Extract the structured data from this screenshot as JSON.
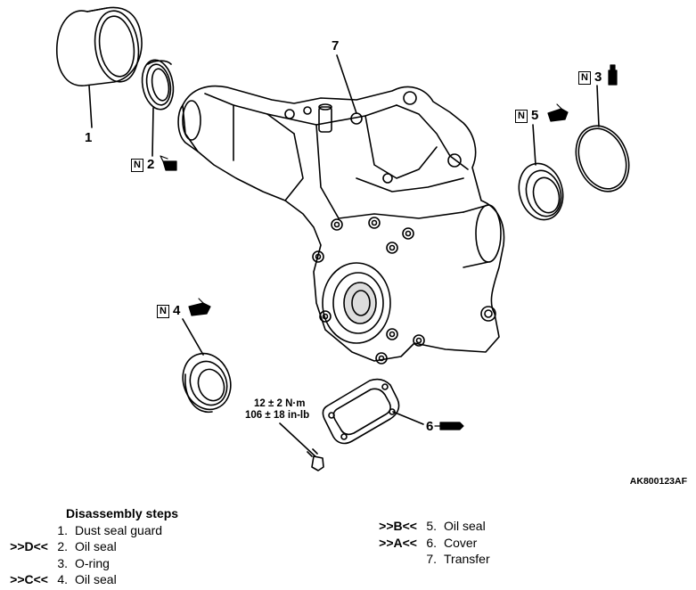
{
  "callouts": [
    {
      "num": "1",
      "badge": ""
    },
    {
      "num": "2",
      "badge": "N"
    },
    {
      "num": "3",
      "badge": "N"
    },
    {
      "num": "4",
      "badge": "N"
    },
    {
      "num": "5",
      "badge": "N"
    },
    {
      "num": "6",
      "badge": ""
    },
    {
      "num": "7",
      "badge": ""
    }
  ],
  "torque": {
    "line1": "12 ± 2 N·m",
    "line2": "106 ± 18 in-lb"
  },
  "figure_code": "AK800123AF",
  "steps": {
    "heading": "Disassembly steps",
    "items": [
      {
        "mark": "",
        "num": "1.",
        "label": "Dust seal guard"
      },
      {
        "mark": ">>D<<",
        "num": "2.",
        "label": "Oil seal"
      },
      {
        "mark": "",
        "num": "3.",
        "label": "O-ring"
      },
      {
        "mark": ">>C<<",
        "num": "4.",
        "label": "Oil seal"
      },
      {
        "mark": ">>B<<",
        "num": "5.",
        "label": "Oil seal"
      },
      {
        "mark": ">>A<<",
        "num": "6.",
        "label": "Cover"
      },
      {
        "mark": "",
        "num": "7.",
        "label": "Transfer"
      }
    ]
  },
  "icons": [
    "grease-icon",
    "oil-can-icon",
    "sealant-icon",
    "bolt-icon"
  ]
}
